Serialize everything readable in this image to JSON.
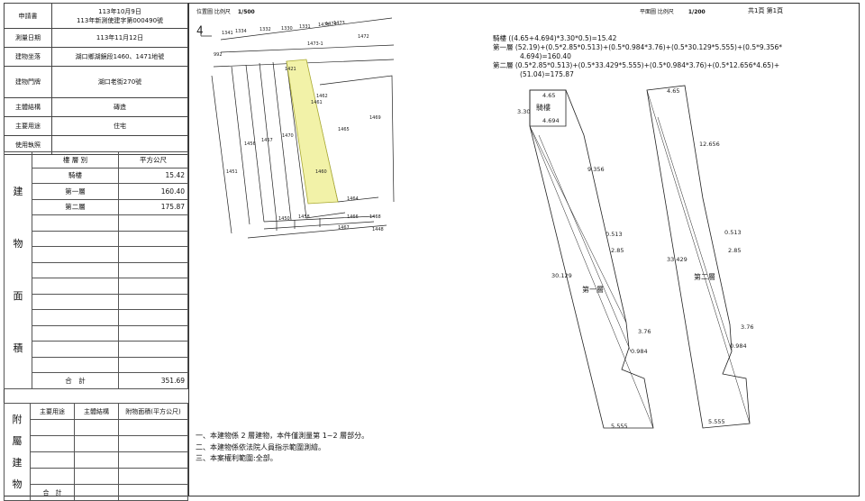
{
  "info": {
    "apply_label": "申請書",
    "apply_date": "113年10月9日",
    "apply_no": "113年新測使建字第000490號",
    "survey_label": "測量日期",
    "survey_date": "113年11月12日",
    "location_label": "建物坐落",
    "location": "湖口鄉湖鏡段1460、1471地號",
    "door_label": "建物門牌",
    "door": "湖口老街270號",
    "structure_label": "主體結構",
    "structure": "磚造",
    "use_label": "主要用途",
    "use": "住宅",
    "license_label": "使用執照",
    "license": ""
  },
  "area": {
    "side_chars": [
      "建",
      "物",
      "面",
      "積"
    ],
    "header_layer": "樓 層 別",
    "header_unit": "平方公尺",
    "rows": [
      {
        "layer": "騎樓",
        "value": "15.42"
      },
      {
        "layer": "第一層",
        "value": "160.40"
      },
      {
        "layer": "第二層",
        "value": "175.87"
      }
    ],
    "total_label": "合　計",
    "total_value": "351.69"
  },
  "annex": {
    "side_chars": [
      "附",
      "屬",
      "建",
      "物"
    ],
    "h1": "主要用途",
    "h2": "主體結構",
    "h3": "附物面積(平方公尺)",
    "total_label": "合　計"
  },
  "location_map": {
    "title": "位置圖 比例尺",
    "scale": "1/500",
    "north": "4",
    "parcels": [
      "1341",
      "1334",
      "1332",
      "1330",
      "1331",
      "1475",
      "1474",
      "1473",
      "992",
      "1473-1",
      "1472",
      "1421",
      "1462",
      "1461",
      "1469",
      "1456",
      "1457",
      "1470",
      "1465",
      "1451",
      "1460",
      "1464",
      "1450",
      "1458",
      "1466",
      "1468",
      "1467",
      "1448"
    ]
  },
  "plan": {
    "title": "平面圖 比例尺",
    "scale": "1/200",
    "page": "共1頁 第1頁",
    "formula_lines": [
      "騎樓 ((4.65+4.694)*3.30*0.5)=15.42",
      "第一層 (52.19)+(0.5*2.85*0.513)+(0.5*0.984*3.76)+(0.5*30.129*5.555)+(0.5*9.356*",
      "4.694)=160.40",
      "第二層 (0.5*2.85*0.513)+(0.5*33.429*5.555)+(0.5*0.984*3.76)+(0.5*12.656*4.65)+",
      "(51.04)=175.87"
    ],
    "floor1_label": "第一層",
    "floor2_label": "第二層",
    "arcade_label": "騎樓",
    "dims1": [
      "4.65",
      "3.30",
      "4.694",
      "9.356",
      "0.513",
      "2.85",
      "30.129",
      "3.76",
      "0.984",
      "5.555"
    ],
    "dims2": [
      "4.65",
      "12.656",
      "0.513",
      "2.85",
      "33.429",
      "3.76",
      "0.984",
      "5.555"
    ]
  },
  "notes": [
    "一、本建物係 2 層建物，本件僅測量第 1~2 層部分。",
    "二、本建物係依法院人員指示範圍測繪。",
    "三、本案權利範圍:全部。"
  ]
}
